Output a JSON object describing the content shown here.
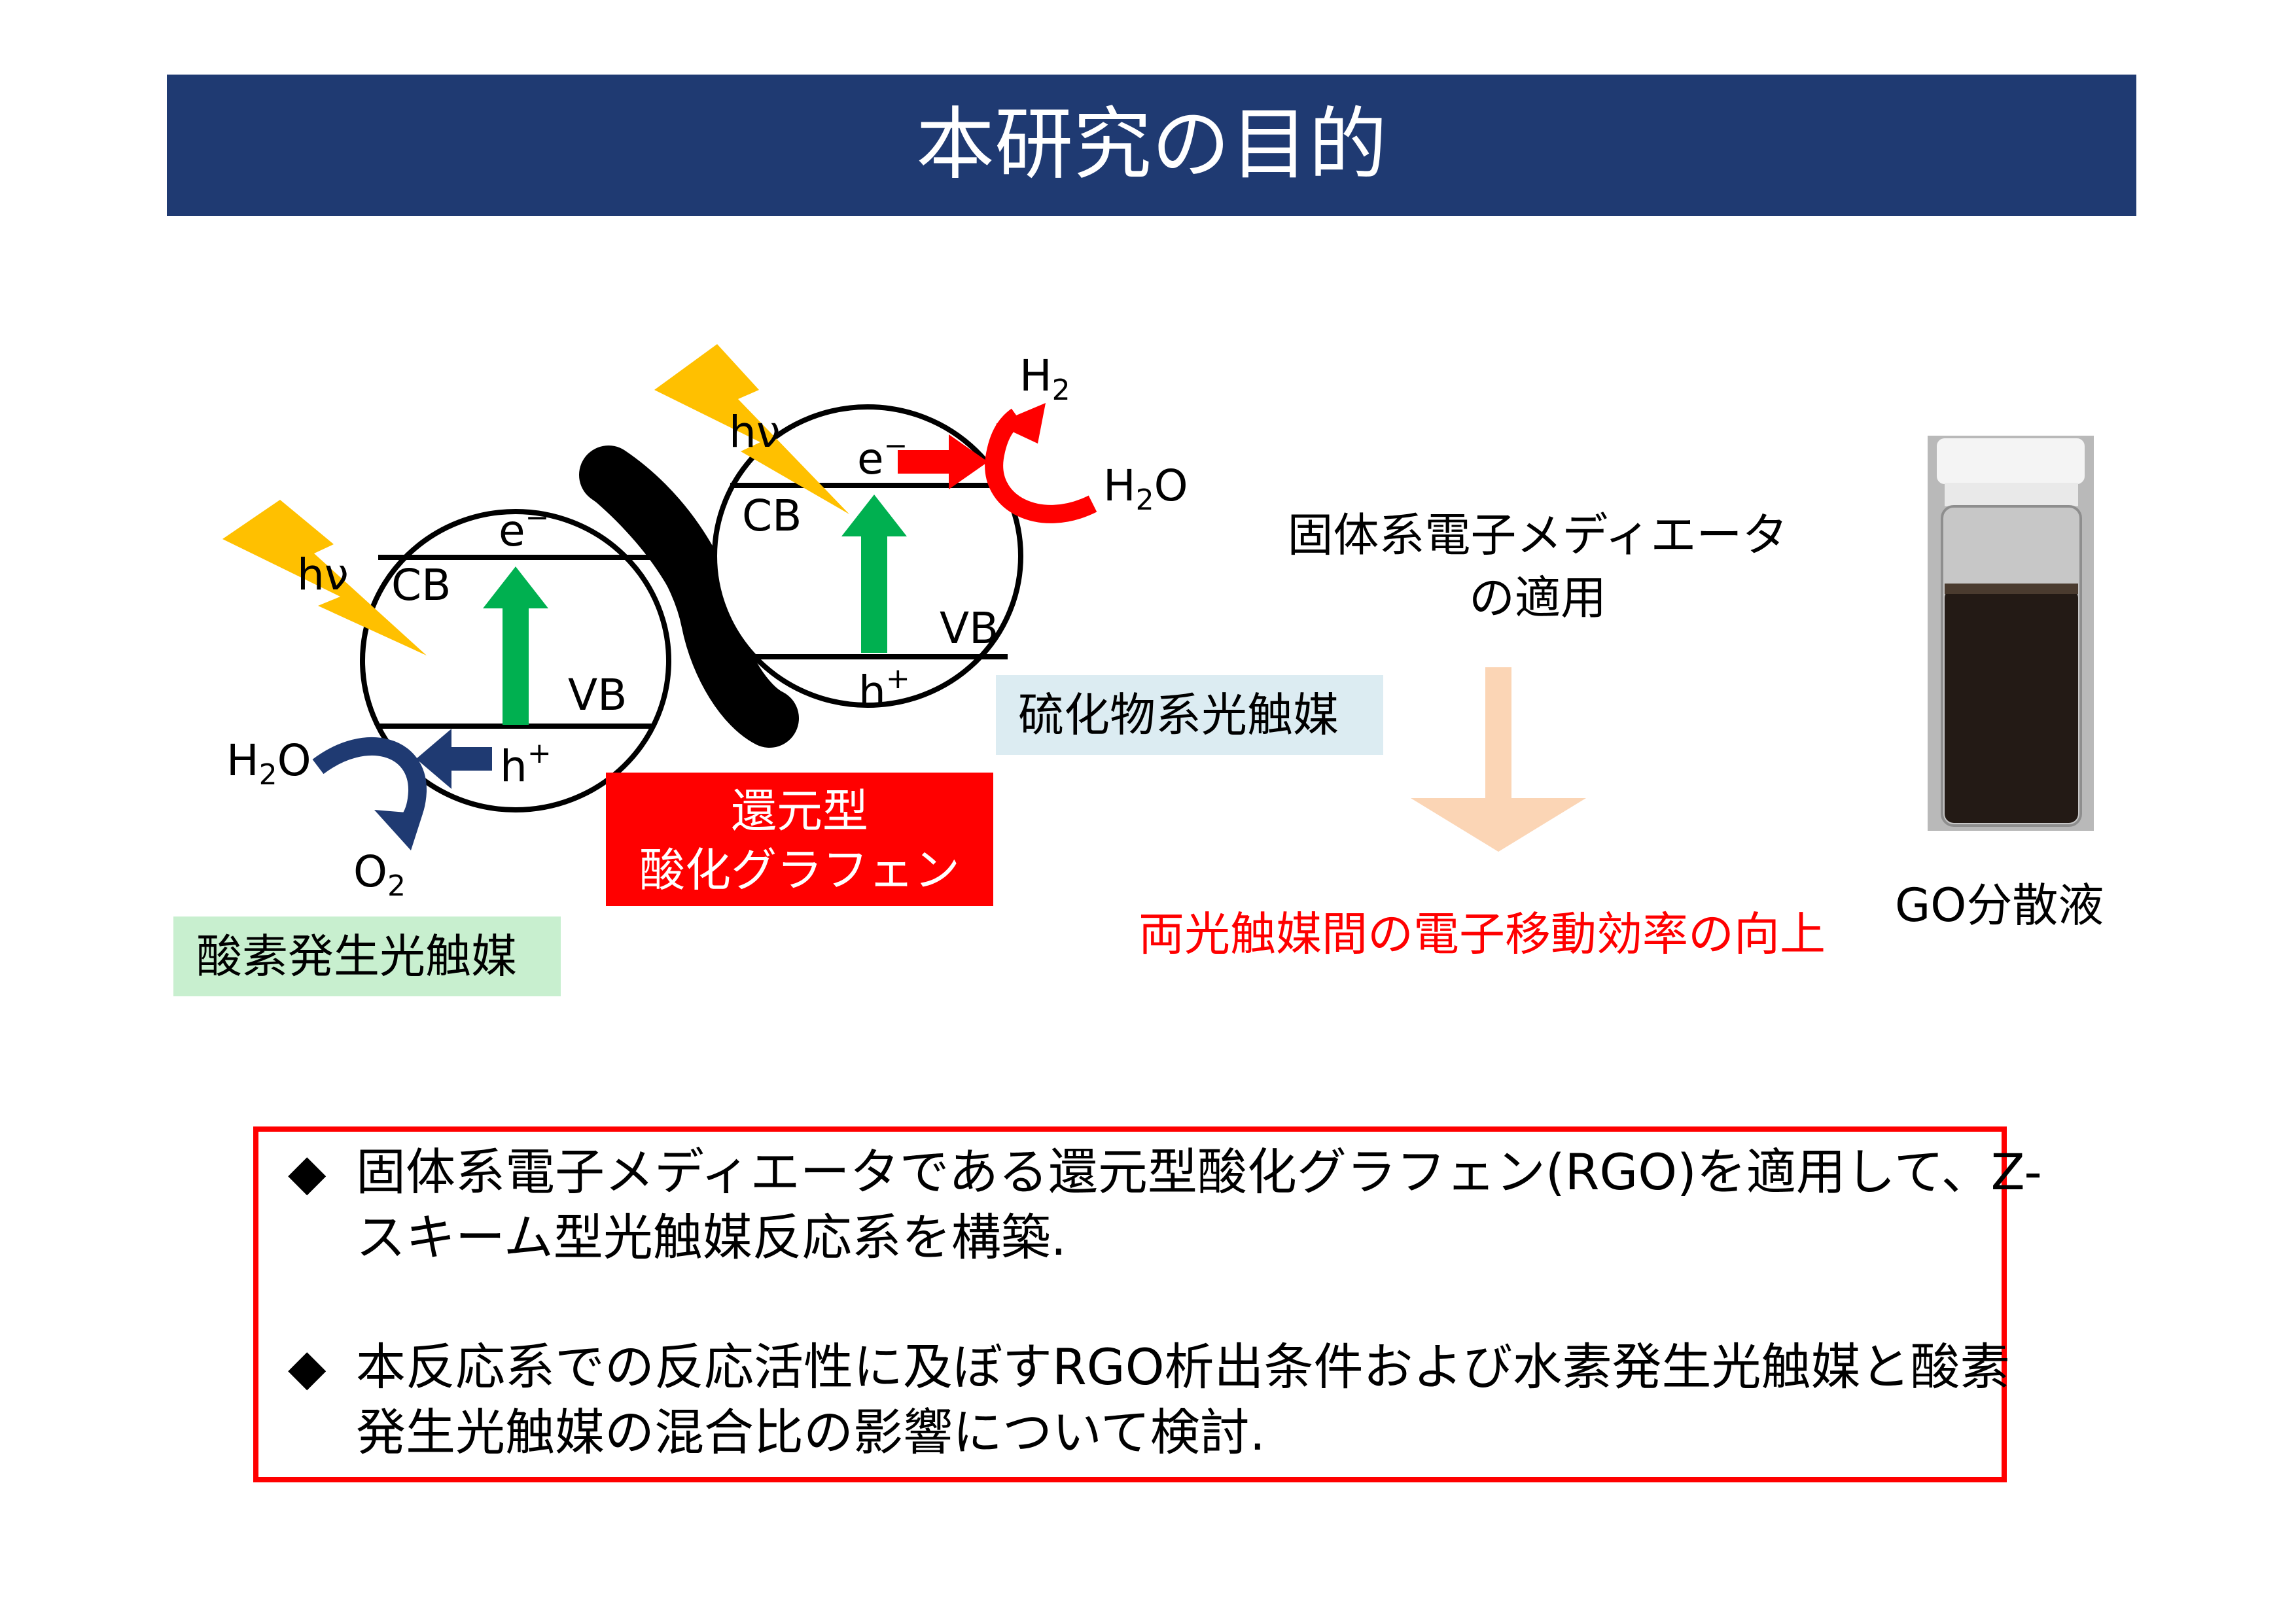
{
  "title": "本研究の目的",
  "diagram": {
    "oxygen_catalyst": {
      "hv": "hν",
      "cb": "CB",
      "vb": "VB",
      "e": "e",
      "h": "h",
      "plus": "+",
      "minus": "−",
      "water": "H",
      "water_sub": "2",
      "water_o": "O",
      "oxygen": "O",
      "oxygen_sub": "2",
      "label": "酸素発生光触媒"
    },
    "sulfide_catalyst": {
      "hv": "hν",
      "cb": "CB",
      "vb": "VB",
      "e": "e",
      "h": "h",
      "plus": "+",
      "minus": "−",
      "hydrogen": "H",
      "hydrogen_sub": "2",
      "water": "H",
      "water_sub": "2",
      "water_o": "O",
      "label": "硫化物系光触媒"
    },
    "rgo": {
      "line1": "還元型",
      "line2": "酸化グラフェン"
    },
    "mediator": {
      "line1": "固体系電子メディエータ",
      "line2": "の適用"
    },
    "improvement": "両光触媒間の電子移動効率の向上",
    "go_caption": "GO分散液"
  },
  "colors": {
    "title_bar": "#1f3a72",
    "lightning": "#ffc000",
    "green_arrow": "#00b050",
    "navy_arrow": "#1f3a72",
    "red": "#ff0000",
    "peach_arrow": "#fbd5b5",
    "oxygen_label_bg": "#c8efcf",
    "sulfide_label_bg": "#dcecf2"
  },
  "summary": {
    "bullet_icon": "diamond-bullet-icon",
    "bullet_glyph": "◆",
    "items": [
      "固体系電子メディエータである還元型酸化グラフェン(RGO)を適用して、Z-スキーム型光触媒反応系を構築.",
      "本反応系での反応活性に及ぼすRGO析出条件および水素発生光触媒と酸素発生光触媒の混合比の影響について検討."
    ]
  }
}
